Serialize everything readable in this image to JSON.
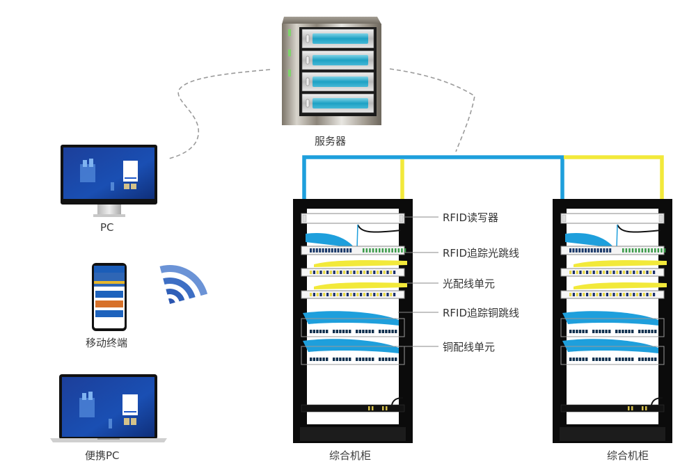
{
  "diagram": {
    "server": {
      "label": "服务器",
      "bays": 4,
      "leds": 3
    },
    "clients": [
      {
        "id": "pc",
        "label": "PC"
      },
      {
        "id": "mobile",
        "label": "移动终端"
      },
      {
        "id": "laptop",
        "label": "便携PC"
      }
    ],
    "wireless": {
      "icon": "wifi-signal-icon"
    },
    "cabinets": [
      {
        "id": "cabinet-1",
        "label": "综合机柜"
      },
      {
        "id": "cabinet-2",
        "label": "综合机柜"
      }
    ],
    "callouts": [
      {
        "id": "rfid-reader",
        "label": "RFID读写器"
      },
      {
        "id": "rfid-fiber-jumper",
        "label": "RFID追踪光跳线"
      },
      {
        "id": "fiber-patch-unit",
        "label": "光配线单元"
      },
      {
        "id": "rfid-copper-jumper",
        "label": "RFID追踪铜跳线"
      },
      {
        "id": "copper-patch-unit",
        "label": "铜配线单元"
      }
    ],
    "links": {
      "colors": {
        "network": "#1e9fdc",
        "bus": "#f2e93a",
        "wireless_link": "#9a9a9a"
      }
    }
  }
}
